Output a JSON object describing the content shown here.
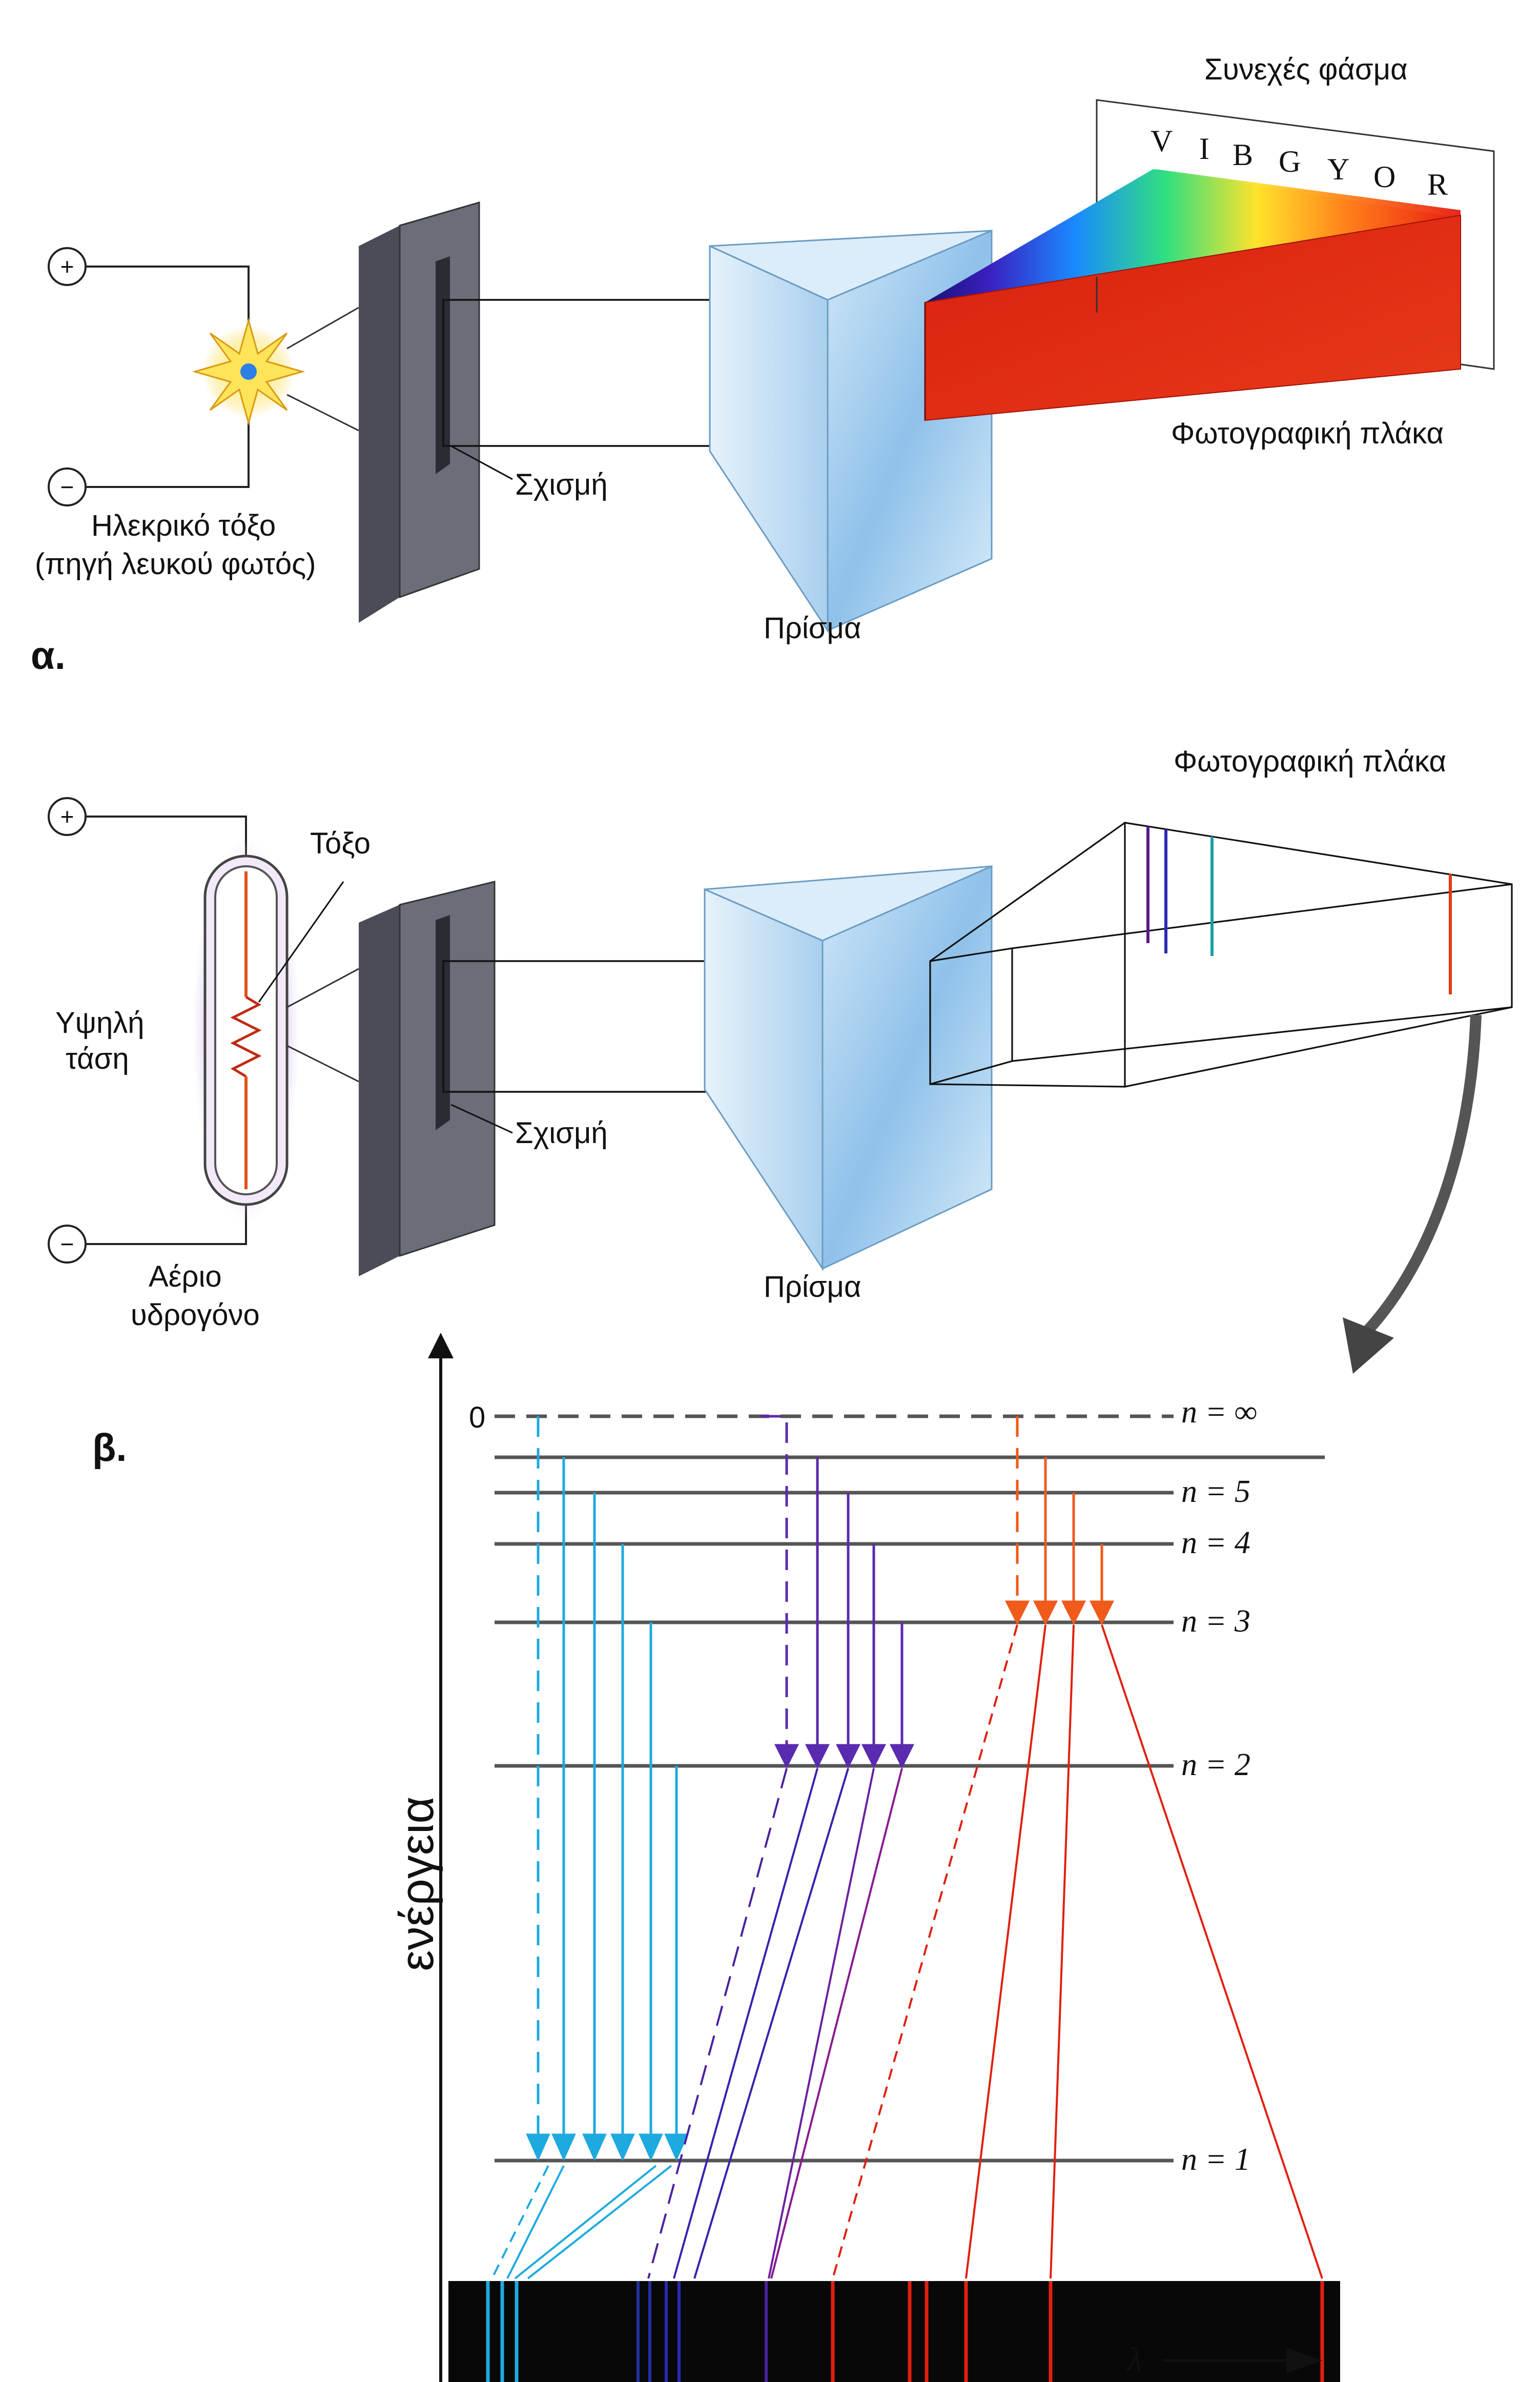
{
  "panel_a": {
    "label": "α.",
    "continuous_spectrum_label": "Συνεχές φάσμα",
    "vibgyor": [
      "V",
      "I",
      "B",
      "G",
      "Y",
      "O",
      "R"
    ],
    "plate_label": "Φωτογραφική πλάκα",
    "slit_label": "Σχισμή",
    "source_label_line1": "Ηλεκρικό τόξο",
    "source_label_line2": "(πηγή λευκού φωτός)",
    "prism_label": "Πρίσμα",
    "plus_symbol": "+",
    "minus_symbol": "−"
  },
  "panel_b": {
    "label": "β.",
    "plate_label": "Φωτογραφική πλάκα",
    "arc_label": "Τόξο",
    "voltage_label_line1": "Υψηλή",
    "voltage_label_line2": "τάση",
    "slit_label": "Σχισμή",
    "gas_label_line1": "Αέριο",
    "gas_label_line2": "υδρογόνο",
    "prism_label": "Πρίσμα",
    "plus_symbol": "+",
    "minus_symbol": "−",
    "plate_line_colors": [
      "#5a1a8a",
      "#2a2ab0",
      "#1aa0a0",
      "#e03a10"
    ]
  },
  "energy_diagram": {
    "axis_label": "ενέργεια",
    "zero_label": "0",
    "levels": [
      {
        "n_label": "n = ∞"
      },
      {
        "n_label": ""
      },
      {
        "n_label": "n = 5"
      },
      {
        "n_label": "n = 4"
      },
      {
        "n_label": "n = 3"
      },
      {
        "n_label": "n = 2"
      },
      {
        "n_label": "n = 1"
      }
    ],
    "series_colors": {
      "lyman": "#1eaadf",
      "balmer": "#5a2ab0",
      "paschen": "#f05a1a"
    },
    "spectrum_line_colors": [
      "#1eaadf",
      "#1eaadf",
      "#1eaadf",
      "#2030a0",
      "#2030a0",
      "#2a2ab0",
      "#2a2ab0",
      "#4a20a0",
      "#e02010",
      "#e02010",
      "#e02010",
      "#e02010",
      "#e02010",
      "#e02010"
    ],
    "wavelength_label": "λ"
  }
}
